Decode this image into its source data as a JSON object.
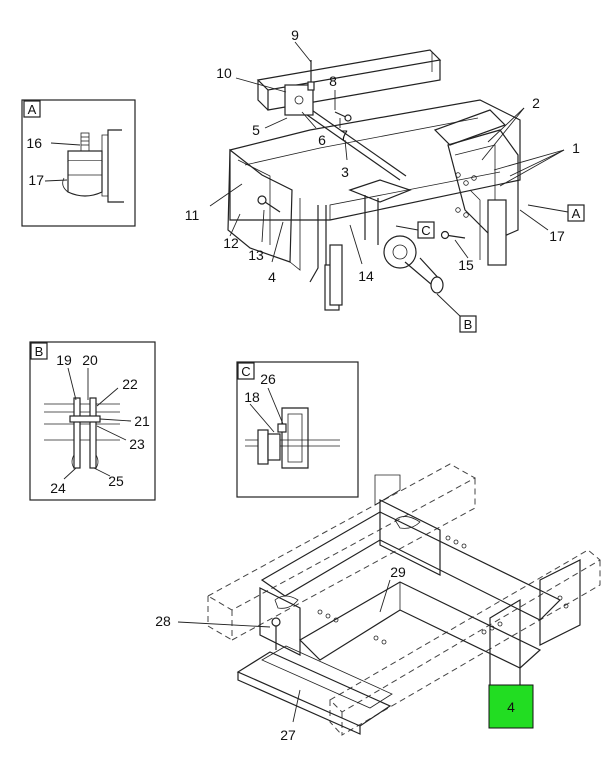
{
  "callouts": {
    "c1": "1",
    "c2": "2",
    "c3": "3",
    "c4": "4",
    "c5": "5",
    "c6": "6",
    "c7": "7",
    "c8": "8",
    "c9": "9",
    "c10": "10",
    "c11": "11",
    "c12": "12",
    "c13": "13",
    "c14": "14",
    "c15": "15",
    "c16": "16",
    "c17a": "17",
    "c17b": "17",
    "c18": "18",
    "c19": "19",
    "c20": "20",
    "c21": "21",
    "c22": "22",
    "c23": "23",
    "c24": "24",
    "c25": "25",
    "c26": "26",
    "c27": "27",
    "c28": "28",
    "c29": "29"
  },
  "detail_refs": {
    "A_box": "A",
    "B_box": "B",
    "C_box": "C",
    "A_callout": "A",
    "B_callout": "B",
    "C_callout": "C"
  },
  "badge": {
    "label": "4",
    "color": "#22dd22"
  }
}
